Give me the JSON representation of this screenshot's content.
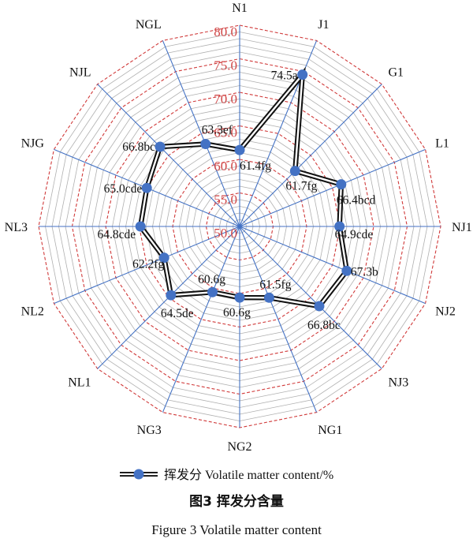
{
  "chart_data": {
    "type": "radar",
    "categories": [
      "N1",
      "J1",
      "G1",
      "L1",
      "NJ1",
      "NJ2",
      "NJ3",
      "NG1",
      "NG2",
      "NG3",
      "NL1",
      "NL2",
      "NL3",
      "NJG",
      "NJL",
      "NGL"
    ],
    "series": [
      {
        "name": "挥发分 Volatile matter content/%",
        "values": [
          61.4,
          74.5,
          61.7,
          66.4,
          64.9,
          67.3,
          66.8,
          61.5,
          60.6,
          60.6,
          64.5,
          62.2,
          64.8,
          65.0,
          66.8,
          63.3
        ],
        "labels": [
          "61.4fg",
          "74.5a",
          "61.7fg",
          "66.4bcd",
          "64.9cde",
          "67.3b",
          "66.8bc",
          "61.5fg",
          "60.6g",
          "60.6g",
          "64.5de",
          "62.2fg",
          "64.8cde",
          "65.0cde",
          "66.8bc",
          "63.3ef"
        ]
      }
    ],
    "radial_ticks": [
      "50.0",
      "55.0",
      "60.0",
      "65.0",
      "70.0",
      "75.0",
      "80.0"
    ],
    "range": [
      50,
      80
    ],
    "grid": true,
    "legend_position": "bottom",
    "colors": {
      "marker": "#4472c4",
      "line": "#111111",
      "spoke": "#4472c4",
      "major_grid": "#d03a3a",
      "minor_grid": "#b0b0b0",
      "tick_text": "#d04545"
    }
  },
  "caption_cn": "图3 挥发分含量",
  "caption_en": "Figure 3 Volatile matter content"
}
